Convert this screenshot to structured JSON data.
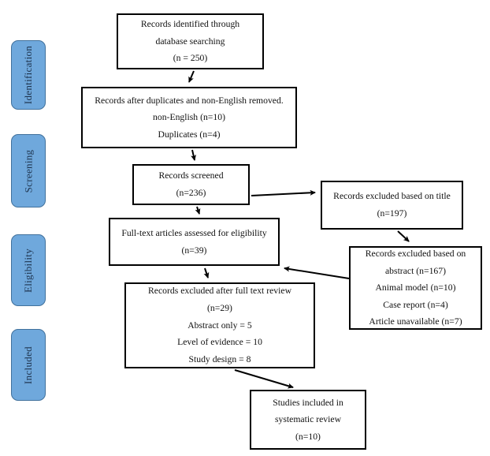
{
  "diagram_title": "PRISMA study selection flow diagram",
  "colors": {
    "stage_fill": "#6fa8dc",
    "stage_border": "#41719c",
    "stage_text": "#1f3550",
    "box_border": "#000000"
  },
  "sidebar": {
    "stages": [
      {
        "label": "Identification"
      },
      {
        "label": "Screening"
      },
      {
        "label": "Eligibility"
      },
      {
        "label": "Included"
      }
    ]
  },
  "boxes": {
    "identified": {
      "lines": [
        "Records identified through",
        "database searching",
        "(n = 250)"
      ]
    },
    "deduped": {
      "lines": [
        "Records after duplicates and non-English removed.",
        "non-English (n=10)",
        "Duplicates (n=4)"
      ]
    },
    "screened": {
      "lines": [
        "Records screened",
        "(n=236)"
      ]
    },
    "excluded_title": {
      "lines": [
        "Records excluded based on title",
        "(n=197)"
      ]
    },
    "fulltext": {
      "lines": [
        "Full-text articles assessed for eligibility",
        "(n=39)"
      ]
    },
    "excluded_abstract": {
      "lines": [
        "Records excluded based on",
        "abstract (n=167)",
        "Animal model (n=10)",
        "Case report (n=4)",
        "Article unavailable (n=7)"
      ]
    },
    "excluded_fulltext": {
      "lines": [
        "Records excluded after full text review",
        "(n=29)",
        "Abstract only = 5",
        "Level of evidence = 10",
        "Study design = 8"
      ]
    },
    "included": {
      "lines": [
        "Studies included in",
        "systematic review",
        "(n=10)"
      ]
    }
  }
}
